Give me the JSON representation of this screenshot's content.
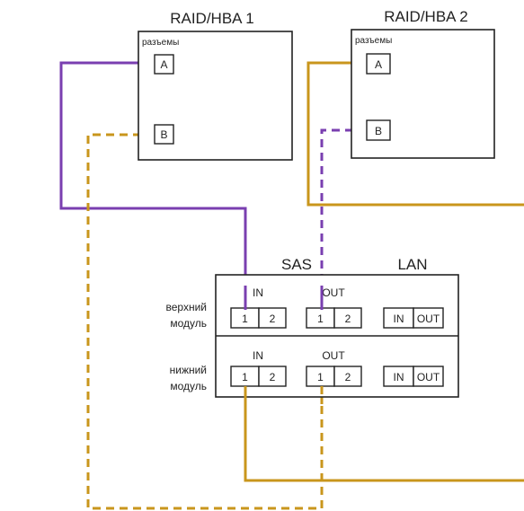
{
  "colors": {
    "purple": "#7a3fb0",
    "gold": "#c9961c",
    "line": "#222222"
  },
  "hba1": {
    "title": "RAID/HBA 1",
    "connectors_label": "разъемы",
    "port_a": "A",
    "port_b": "B"
  },
  "hba2": {
    "title": "RAID/HBA 2",
    "connectors_label": "разъемы",
    "port_a": "A",
    "port_b": "B"
  },
  "shelf": {
    "sas_label": "SAS",
    "lan_label": "LAN",
    "upper_module": {
      "label_line1": "верхний",
      "label_line2": "модуль",
      "in_label": "IN",
      "out_label": "OUT",
      "in_ports": [
        "1",
        "2"
      ],
      "out_ports": [
        "1",
        "2"
      ],
      "lan_ports": [
        "IN",
        "OUT"
      ]
    },
    "lower_module": {
      "label_line1": "нижний",
      "label_line2": "модуль",
      "in_label": "IN",
      "out_label": "OUT",
      "in_ports": [
        "1",
        "2"
      ],
      "out_ports": [
        "1",
        "2"
      ],
      "lan_ports": [
        "IN",
        "OUT"
      ]
    }
  }
}
